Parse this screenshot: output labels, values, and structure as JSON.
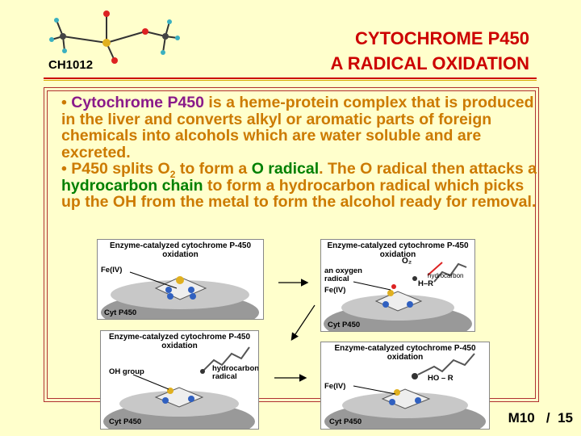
{
  "header": {
    "course": "CH1012",
    "title_line1": "CYTOCHROME P450",
    "title_line2": "A RADICAL OXIDATION"
  },
  "body": {
    "b1_term": "Cytochrome P450",
    "b1_rest": " is a heme-protein complex that is produced in the liver and converts alkyl or aromatic parts of foreign chemicals into alcohols which are water soluble and are excreted.",
    "b2_a": "P450 splits O",
    "b2_sub": "2",
    "b2_b": " to form a ",
    "b2_oradical": "O radical",
    "b2_c": ". The O radical then attacks a ",
    "b2_chain": "hydrocarbon chain",
    "b2_d": " to form a hydrocarbon radical which picks up the OH from the metal to form the alcohol ready for removal."
  },
  "panels": {
    "p1": {
      "title": "Enzyme-catalyzed cytochrome P-450 oxidation",
      "fe": "Fe(IV)",
      "cyt": "Cyt P450"
    },
    "p2": {
      "title": "Enzyme-catalyzed cytochrome P-450 oxidation",
      "o2": "O₂",
      "oxy": "an oxygen radical",
      "hc": "hydrocarbon",
      "hr": "H–R",
      "fe": "Fe(IV)",
      "cyt": "Cyt P450"
    },
    "p3": {
      "title": "Enzyme-catalyzed cytochrome P-450 oxidation",
      "oh": "OH group",
      "hcr": "hydrocarbon radical",
      "cyt": "Cyt P450"
    },
    "p4": {
      "title": "Enzyme-catalyzed cytochrome P-450 oxidation",
      "hor": "HO – R",
      "fe": "Fe(IV)",
      "cyt": "Cyt P450"
    }
  },
  "footer": {
    "slide": "M10   /  15"
  },
  "colors": {
    "title": "#cc0000",
    "body": "#cc7a00",
    "term_purple": "#8a1a8a",
    "term_green": "#008000",
    "background": "#ffffcc"
  }
}
